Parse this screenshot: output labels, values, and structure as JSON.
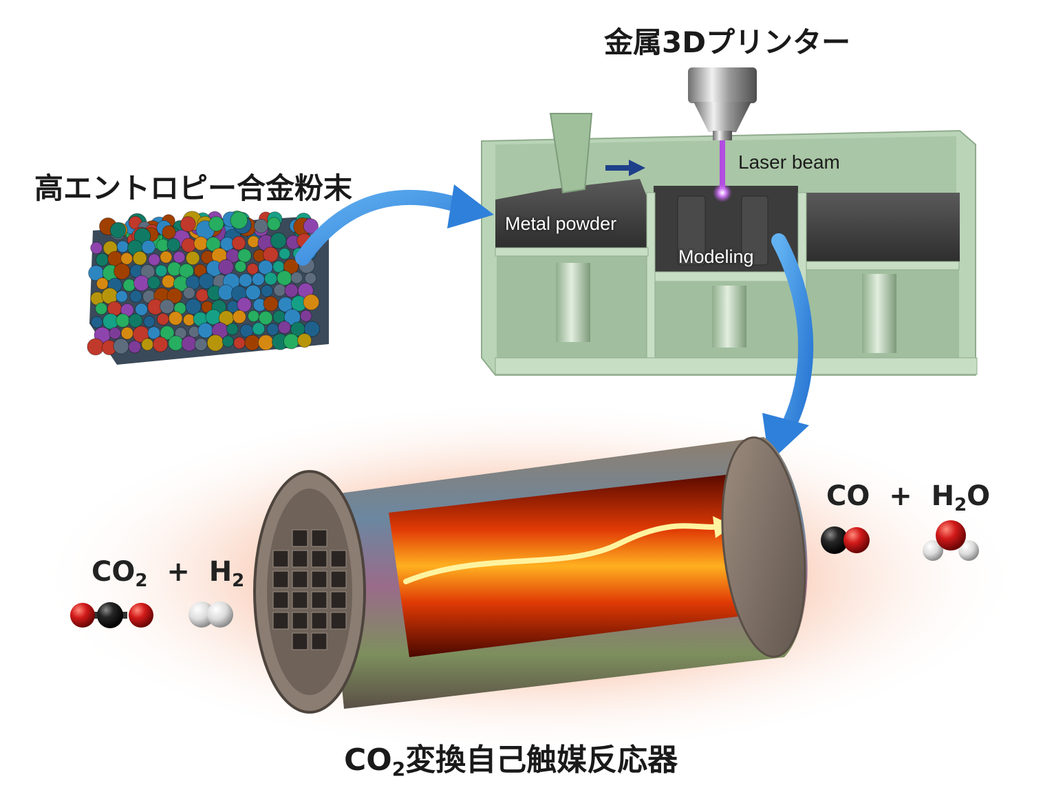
{
  "titles": {
    "printer": "金属3Dプリンター",
    "powder": "高エントロピー合金粉末",
    "reactor_main": "CO",
    "reactor_sub": "2",
    "reactor_rest": "変換自己触媒反応器"
  },
  "printer_labels": {
    "laser": "Laser beam",
    "metal": "Metal powder",
    "modeling": "Modeling"
  },
  "equations": {
    "reactants": {
      "a": "CO",
      "a_sub": "2",
      "plus": "+",
      "b": "H",
      "b_sub": "2"
    },
    "products": {
      "a": "CO",
      "plus": "+",
      "b": "H",
      "b_sub": "2",
      "b_rest": "O"
    }
  },
  "colors": {
    "arrow_blue": "#3b8fe0",
    "machine_green": "#b9d4b7",
    "laser_violet": "#b24de0",
    "glow_orange": "#f4a27a",
    "oxygen_red": "#d21a1a",
    "carbon_black": "#161616",
    "hydrogen_white": "#e8e8e8"
  }
}
